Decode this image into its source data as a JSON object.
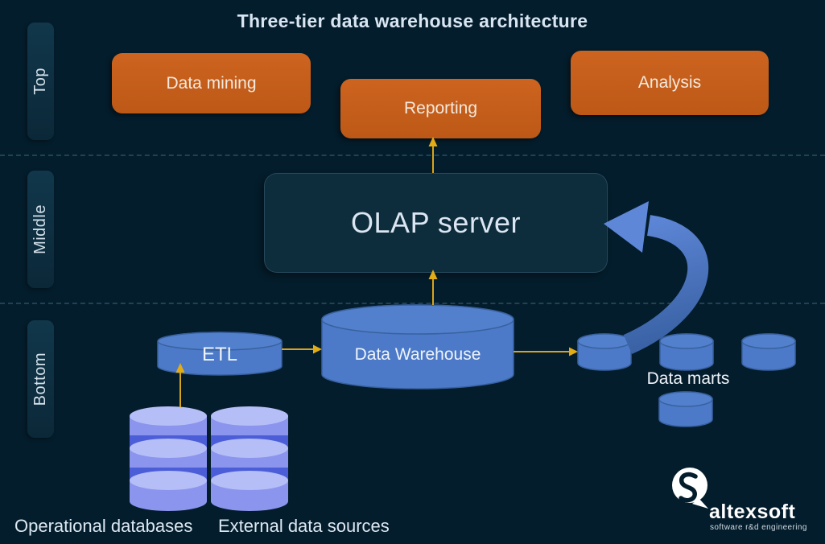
{
  "title": "Three-tier data warehouse architecture",
  "tiers": {
    "top": "Top",
    "middle": "Middle",
    "bottom": "Bottom"
  },
  "top_tier": {
    "data_mining": "Data mining",
    "reporting": "Reporting",
    "analysis": "Analysis"
  },
  "middle_tier": {
    "olap": "OLAP server"
  },
  "bottom_tier": {
    "etl": "ETL",
    "warehouse": "Data Warehouse",
    "marts": "Data marts",
    "operational": "Operational databases",
    "external": "External data sources"
  },
  "logo": {
    "name": "altexsoft",
    "tagline": "software r&d engineering"
  },
  "colors": {
    "background": "#041d2c",
    "tier_band": "#c65d1b",
    "panel": "#0d2c3c",
    "cylinder_blue": "#4c7ac8",
    "database_periwinkle": "#8b95ee",
    "connector_yellow": "#d7a41e",
    "feedback_arrow_blue": "#4a79c7"
  }
}
